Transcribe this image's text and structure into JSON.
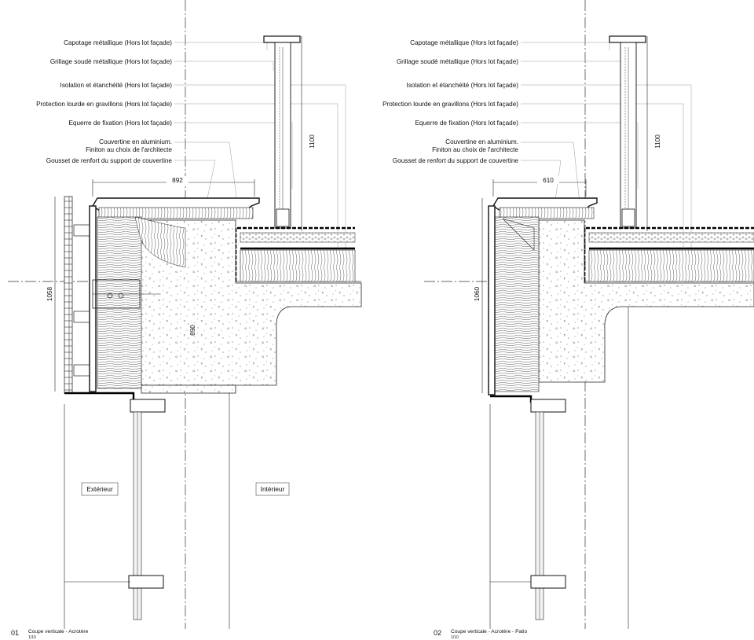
{
  "details": [
    {
      "labels": [
        "Capotage métallique (Hors lot façade)",
        "Grillage soudé métallique (Hors lot façade)",
        "Isolation et étanchéité (Hors lot façade)",
        "Protection lourde en gravillons (Hors lot façade)",
        "Equerre de fixation (Hors lot façade)",
        "Couvertine en aluminium.",
        "Finiton au choix de l'architecte",
        "Gousset de renfort du support de couvertine"
      ],
      "dim_top": "892",
      "dim_guardrail": "1100",
      "dim_height": "1058",
      "dim_slab": "890",
      "room_exterior": "Extérieur",
      "room_interior": "Intérieur",
      "title_number": "01",
      "title_text": "Coupe verticale - Acrotère",
      "title_scale": "1/10"
    },
    {
      "labels": [
        "Capotage métallique (Hors lot façade)",
        "Grillage soudé métallique (Hors lot façade)",
        "Isolation et étanchéité (Hors lot façade)",
        "Protection lourde en gravillons (Hors lot façade)",
        "Equerre de fixation (Hors lot façade)",
        "Couvertine en aluminium.",
        "Finiton au choix de l'architecte",
        "Gousset de renfort du support de couvertine"
      ],
      "dim_top": "610",
      "dim_guardrail": "1100",
      "dim_height": "1060",
      "title_number": "02",
      "title_text": "Coupe verticale - Acrotère - Patio",
      "title_scale": "1/10"
    }
  ]
}
